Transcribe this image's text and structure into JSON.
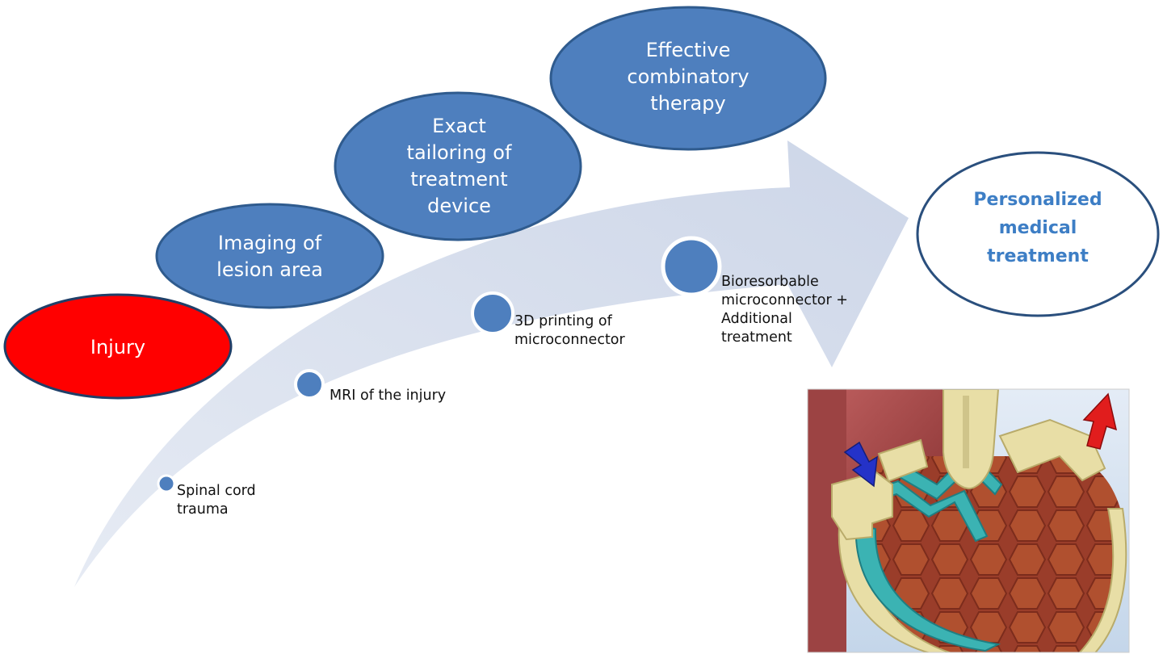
{
  "stages": {
    "injury": "Injury",
    "imaging": "Imaging of lesion area",
    "tailoring": "Exact tailoring of treatment device",
    "therapy": "Effective combinatory therapy"
  },
  "steps": {
    "trauma": "Spinal cord trauma",
    "mri": "MRI of the injury",
    "printing": "3D printing of microconnector",
    "microconnector": "Bioresorbable microconnector + Additional treatment"
  },
  "outcome": "Personalized medical treatment",
  "colors": {
    "stage_fill": "#4e7fbe",
    "stage_border": "#2f5b8e",
    "injury_fill": "#ff0000",
    "arrow_fill": "#d7deec",
    "outcome_text": "#3d7ec5",
    "outcome_border": "#2a4f7d"
  },
  "illustration": "cross-section of bioresorbable microconnector with hexagonal channels, blue inflow arrow and red outflow arrow"
}
